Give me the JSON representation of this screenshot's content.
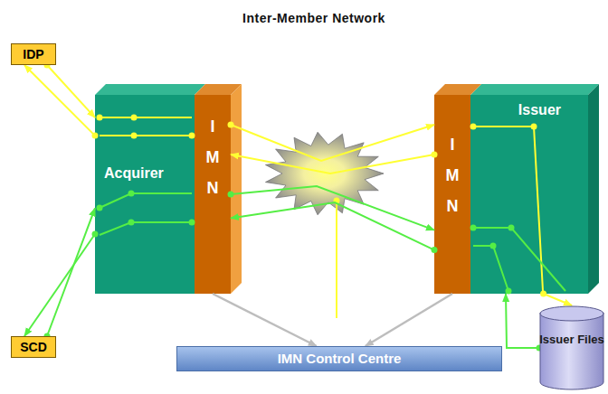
{
  "diagram": {
    "title": "Inter-Member Network",
    "nodes": [
      {
        "text": [
          "IDP"
        ]
      },
      {
        "text": [
          "SCD"
        ]
      },
      {
        "text": [
          "Acquirer"
        ]
      },
      {
        "text": [
          "I M N"
        ]
      },
      {
        "text": [
          "I M N"
        ]
      },
      {
        "text": [
          "Issuer"
        ]
      },
      {
        "text": [
          "Issuer Files"
        ]
      },
      {
        "text": [
          "IMN Control Centre"
        ]
      }
    ],
    "edges": [
      {
        "from": 0,
        "to": 2,
        "arrow": "to"
      },
      {
        "from": 2,
        "to": 0,
        "arrow": "to"
      },
      {
        "from": 1,
        "to": 2,
        "arrow": "to"
      },
      {
        "from": 2,
        "to": 1,
        "arrow": "to"
      },
      {
        "from": 3,
        "to": 4,
        "arrow": "to"
      },
      {
        "from": 4,
        "to": 3,
        "arrow": "to"
      },
      {
        "from": 3,
        "to": 4,
        "arrow": "to"
      },
      {
        "from": 4,
        "to": 3,
        "arrow": "to"
      },
      {
        "from": 5,
        "to": 6,
        "arrow": "to"
      },
      {
        "from": 6,
        "to": 5,
        "arrow": "to"
      },
      {
        "from": 3,
        "to": 7,
        "arrow": "to"
      },
      {
        "from": 4,
        "to": 7,
        "arrow": "to"
      }
    ]
  }
}
